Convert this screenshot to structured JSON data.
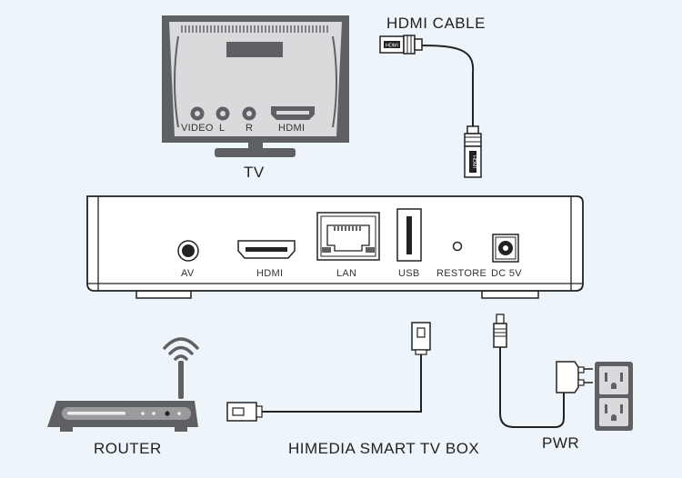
{
  "tv": {
    "title": "TV",
    "ports": [
      "VIDEO",
      "L",
      "R",
      "HDMI"
    ]
  },
  "cable": {
    "title": "HDMI CABLE",
    "plug_text": "HDMI"
  },
  "box": {
    "title": "HIMEDIA SMART TV BOX",
    "ports": [
      "AV",
      "HDMI",
      "LAN",
      "USB",
      "RESTORE",
      "DC 5V"
    ]
  },
  "router": {
    "title": "ROUTER"
  },
  "power": {
    "title": "PWR"
  },
  "colors": {
    "background": "#eef5fa",
    "device_gray": "#5f6063",
    "panel_light": "#d8dadc",
    "line": "#222222"
  }
}
